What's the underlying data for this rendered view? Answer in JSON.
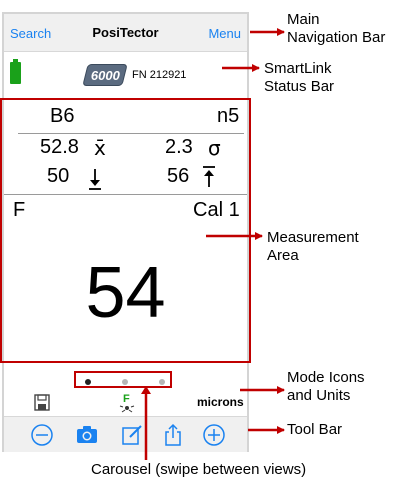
{
  "nav": {
    "search_label": "Search",
    "title": "PosiTector",
    "menu_label": "Menu"
  },
  "status": {
    "probe_model": "6000",
    "probe_serial": "FN 212921"
  },
  "measurement": {
    "batch": "B6",
    "count": "n5",
    "mean_value": "52.8",
    "mean_symbol": "x̄",
    "stdev_value": "2.3",
    "stdev_symbol": "σ",
    "min_value": "50",
    "max_value": "56",
    "probe_mode": "F",
    "calibration": "Cal 1",
    "reading": "54"
  },
  "units": "microns",
  "carousel": {
    "active_index": 0,
    "page_count": 3
  },
  "annotations": {
    "main_nav": "Main\nNavigation Bar",
    "smartlink": "SmartLink\nStatus Bar",
    "measurement_area": "Measurement\nArea",
    "mode_icons": "Mode Icons\nand Units",
    "tool_bar": "Tool Bar",
    "carousel": "Carousel (swipe between views)"
  },
  "colors": {
    "accent": "#1a82f0",
    "annotation_red": "#c00000",
    "battery": "#1aa11a"
  },
  "icons": [
    "battery-icon",
    "probe-logo-icon",
    "save-icon",
    "flash-mode-icon",
    "minus-circle-icon",
    "camera-icon",
    "edit-icon",
    "share-icon",
    "plus-circle-icon"
  ]
}
